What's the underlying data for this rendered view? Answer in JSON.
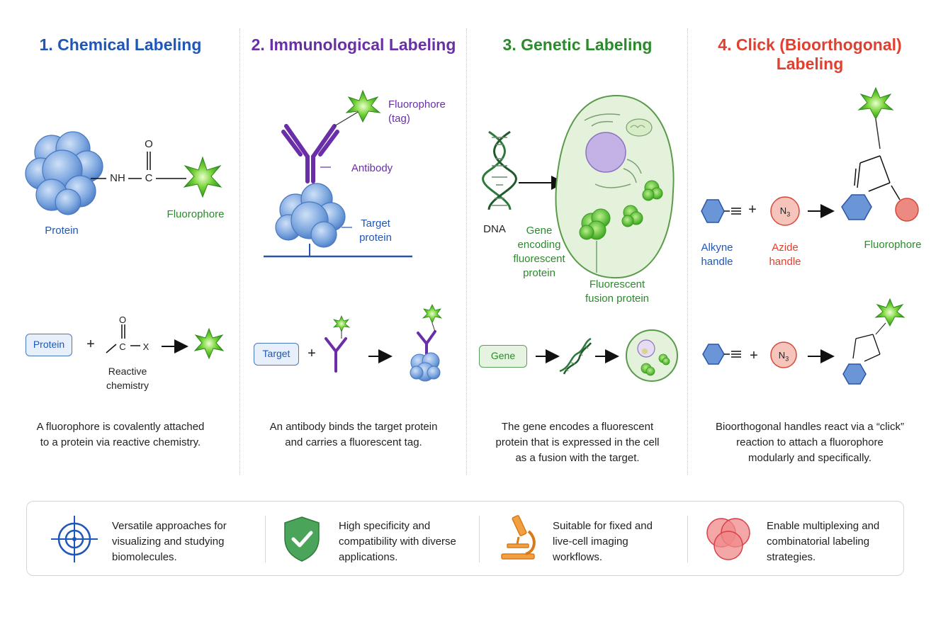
{
  "panels": [
    {
      "title": "1. Chemical Labeling",
      "color": "#1f57b8",
      "labels": {
        "protein": "Protein",
        "fluorophore": "Fluorophore",
        "nh": "NH",
        "c": "C",
        "o": "O",
        "dash": "—"
      },
      "scheme": {
        "box": "Protein",
        "plus": "+",
        "o": "O",
        "c": "C",
        "x": "X",
        "reactive": "Reactive\nchemistry"
      },
      "description": "A fluorophore is covalently attached\nto a protein via reactive chemistry."
    },
    {
      "title": "2. Immunological Labeling",
      "color": "#6a2fa8",
      "labels": {
        "fluorophore": "Fluorophore\n(tag)",
        "antibody": "Antibody",
        "target": "Target\nprotein"
      },
      "scheme": {
        "box": "Target",
        "plus": "+"
      },
      "description": "An antibody binds the target protein\nand carries a fluorescent tag."
    },
    {
      "title": "3. Genetic Labeling",
      "color": "#2b8a2b",
      "labels": {
        "dna": "DNA",
        "gene": "Gene\nencoding\nfluorescent\nprotein",
        "fusion": "Fluorescent\nfusion protein"
      },
      "scheme": {
        "box": "Gene"
      },
      "description": "The gene encodes a fluorescent\nprotein that is expressed in the cell\nas a fusion with the target."
    },
    {
      "title": "4. Click (Bioorthogonal) Labeling",
      "color": "#e0402f",
      "labels": {
        "alkyne": "Alkyne\nhandle",
        "azide": "Azide\nhandle",
        "fluorophore": "Fluorophore",
        "n3": "N",
        "n3sub": "3",
        "plus": "+"
      },
      "scheme": {
        "n3": "N",
        "n3sub": "3",
        "plus": "+"
      },
      "description": "Bioorthogonal handles react via a “click”\nreaction to attach a fluorophore\nmodularly and specifically."
    }
  ],
  "footer": [
    {
      "icon": "target-icon",
      "text": "Versatile approaches for\nvisualizing and studying\nbiomolecules.",
      "color": "#1f57b8"
    },
    {
      "icon": "shield-check-icon",
      "text": "High specificity and\ncompatibility with diverse\napplications.",
      "color": "#3a9a4a"
    },
    {
      "icon": "microscope-icon",
      "text": "Suitable for fixed and\nlive-cell imaging\nworkflows.",
      "color": "#e8892a"
    },
    {
      "icon": "venn-icon",
      "text": "Enable multiplexing and\ncombinatorial labeling\nstrategies.",
      "color": "#e0404a"
    }
  ]
}
